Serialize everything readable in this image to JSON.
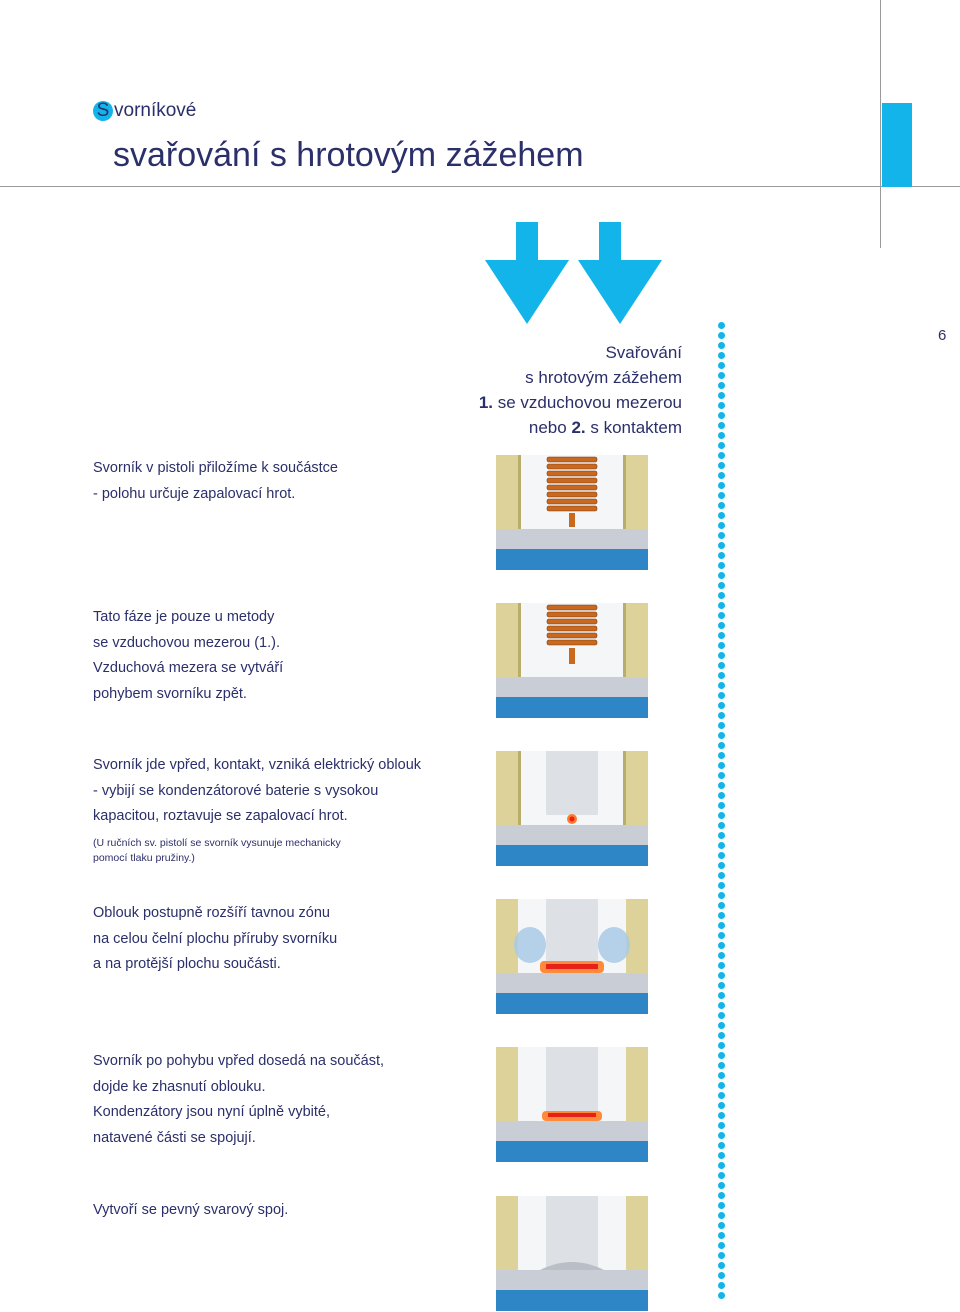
{
  "header": {
    "kicker_initial": "S",
    "kicker_rest": "vorníkové",
    "title": "svařování s hrotovým zážehem",
    "page_number": "6"
  },
  "colors": {
    "accent": "#12b4ea",
    "text": "#2b2f6a",
    "metal_yellow": "#ddd39a",
    "copper": "#c8691f",
    "workpiece_grey": "#c9cdd6",
    "base_blue": "#2f86c6",
    "molten_red": "#e83a1c"
  },
  "caption": {
    "line1": "Svařování",
    "line2": "s hrotovým zážehem",
    "line3_num": "1.",
    "line3_text": " se vzduchovou mezerou",
    "line4_prefix": "nebo ",
    "line4_num": "2.",
    "line4_text": " s kontaktem"
  },
  "steps": [
    {
      "lines": [
        "Svorník v pistoli přiložíme k součástce",
        "- polohu určuje zapalovací hrot."
      ]
    },
    {
      "lines": [
        "Tato fáze je pouze u metody",
        "se vzduchovou mezerou (1.).",
        "Vzduchová mezera se vytváří",
        "pohybem svorníku zpět."
      ]
    },
    {
      "lines": [
        "Svorník jde vpřed, kontakt, vzniká elektrický oblouk",
        "- vybijí se kondenzátorové baterie s vysokou",
        "kapacitou, roztavuje se zapalovací hrot."
      ],
      "note": [
        "(U ručních sv. pistolí se svorník vysunuje mechanicky",
        "pomocí tlaku pružiny.)"
      ]
    },
    {
      "lines": [
        "Oblouk postupně rozšíří tavnou zónu",
        "na celou čelní plochu příruby svorníku",
        "a na protější plochu součásti."
      ]
    },
    {
      "lines": [
        "Svorník po pohybu vpřed dosedá na součást,",
        "dojde ke zhasnutí oblouku.",
        "Kondenzátory jsou nyní úplně vybité,",
        "natavené části se spojují."
      ]
    },
    {
      "lines": [
        "Vytvoří se pevný svarový spoj."
      ]
    }
  ]
}
